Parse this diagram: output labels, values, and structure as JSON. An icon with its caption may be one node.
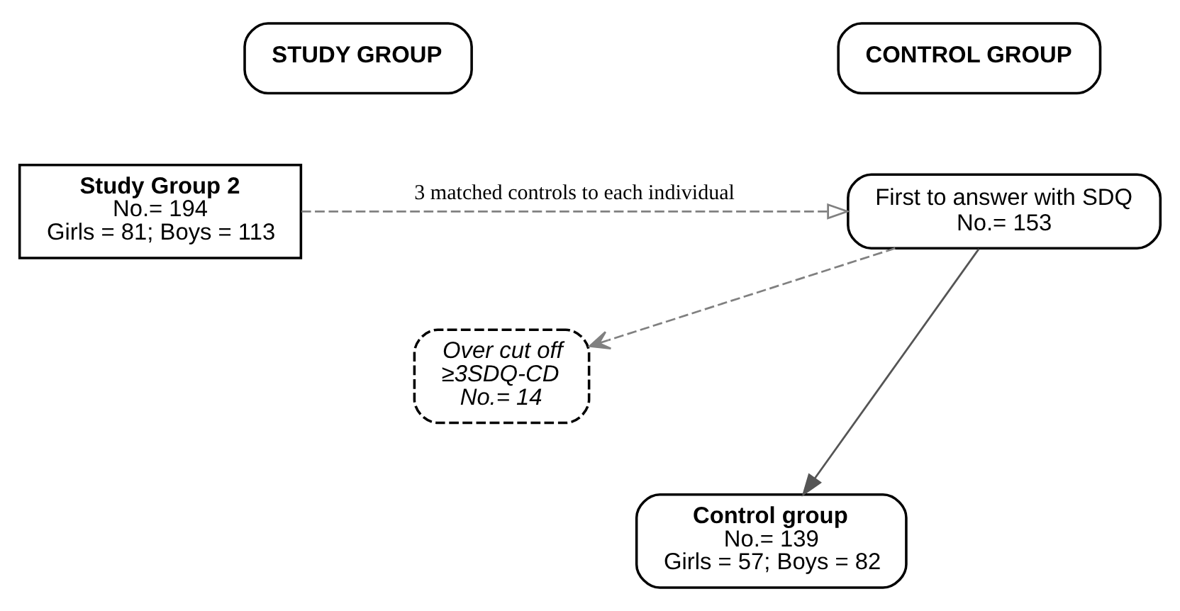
{
  "diagram": {
    "nodes": [
      {
        "text": [
          "STUDY GROUP"
        ]
      },
      {
        "text": [
          "CONTROL GROUP"
        ]
      },
      {
        "text": [
          "Study Group 2",
          "No.= 194",
          "Girls = 81; Boys = 113"
        ]
      },
      {
        "text": [
          "First to answer with SDQ",
          "No.= 153"
        ]
      },
      {
        "text": [
          "Over cut off",
          "≥3SDQ-CD",
          "No.= 14"
        ]
      },
      {
        "text": [
          "Control group",
          "No.= 139",
          "Girls = 57; Boys = 82"
        ]
      }
    ],
    "edges": [
      {
        "from": 2,
        "to": 3,
        "arrow": "to",
        "label": "3 matched controls to each individual",
        "style": "dashed",
        "color": "#808080"
      },
      {
        "from": 3,
        "to": 4,
        "arrow": "to",
        "style": "dashed",
        "color": "#808080"
      },
      {
        "from": 3,
        "to": 5,
        "arrow": "to"
      }
    ]
  }
}
